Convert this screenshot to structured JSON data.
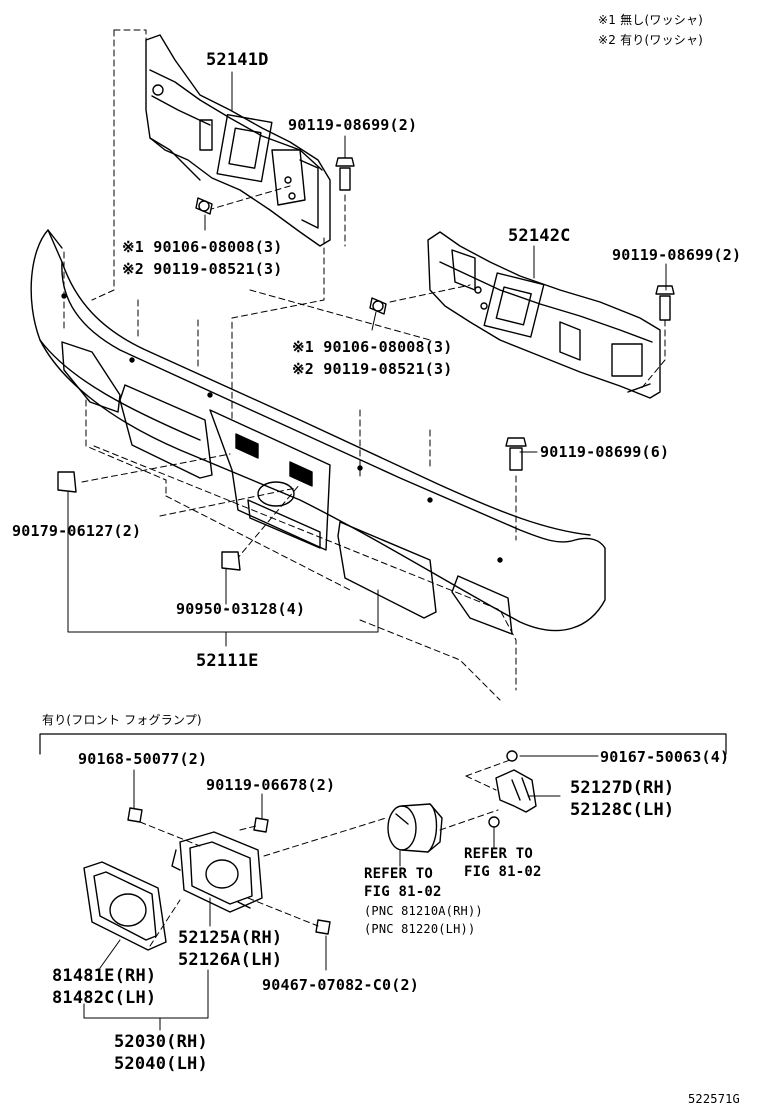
{
  "notes": {
    "note1": "※1 無し(ワッシャ)",
    "note2": "※2 有り(ワッシャ)",
    "fog_lamp_group": "有り(フロント フォグランプ)"
  },
  "labels": {
    "reinforcement_rh": "52141D",
    "reinforcement_lh": "52142C",
    "bolt_upper_rh": "90119-08699(2)",
    "bolt_upper_lh": "90119-08699(2)",
    "bolt_rh_a": "※1 90106-08008(3)",
    "bolt_rh_b": "※2 90119-08521(3)",
    "bolt_lh_a": "※1 90106-08008(3)",
    "bolt_lh_b": "※2 90119-08521(3)",
    "bolt_lower": "90119-08699(6)",
    "clip_side": "90179-06127(2)",
    "clip_center": "90950-03128(4)",
    "bumper": "52111E",
    "screw_cover": "90168-50077(2)",
    "bolt_bracket": "90119-06678(2)",
    "screw_lamp": "90167-50063(4)",
    "bracket_rh": "52127D(RH)",
    "bracket_lh": "52128C(LH)",
    "refer_lamp_1": "REFER TO",
    "refer_lamp_2": "FIG 81-02",
    "refer_lamp_pnc_rh": "(PNC 81210A(RH))",
    "refer_lamp_pnc_lh": "(PNC 81220(LH))",
    "refer_bulb_1": "REFER TO",
    "refer_bulb_2": "FIG 81-02",
    "housing_rh": "52125A(RH)",
    "housing_lh": "52126A(LH)",
    "screw_housing": "90467-07082-C0(2)",
    "cover_rh": "81481E(RH)",
    "cover_lh": "81482C(LH)",
    "assy_rh": "52030(RH)",
    "assy_lh": "52040(LH)",
    "figure_id": "522571G"
  }
}
